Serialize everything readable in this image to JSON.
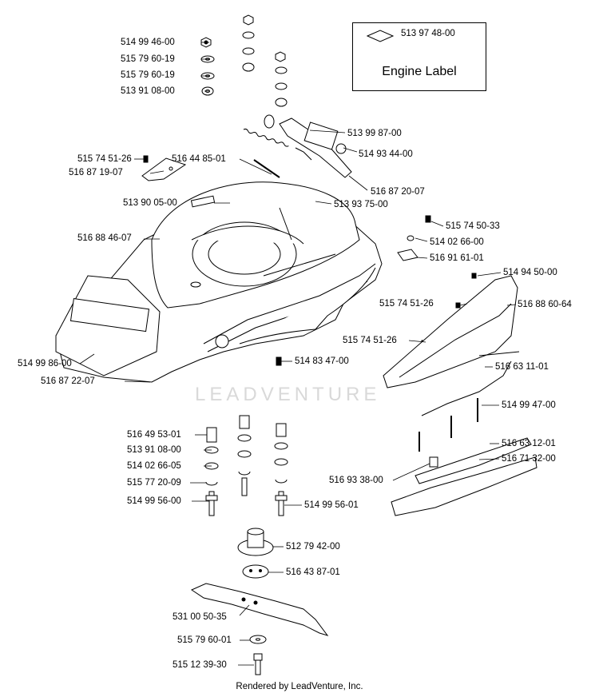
{
  "legend": {
    "code": "513 97 48-00",
    "title": "Engine Label"
  },
  "watermark": "LEADVENTURE",
  "footer": "Rendered by LeadVenture, Inc.",
  "parts": [
    "514 99 46-00",
    "515 79 60-19",
    "515 79 60-19",
    "513 91 08-00",
    "513 99 87-00",
    "514 93 44-00",
    "515 74 51-26",
    "516 44 85-01",
    "516 87 19-07",
    "516 87 20-07",
    "513 90 05-00",
    "513 93 75-00",
    "515 74 50-33",
    "516 88 46-07",
    "514 02 66-00",
    "516 91 61-01",
    "514 94 50-00",
    "515 74 51-26",
    "516 88 60-64",
    "515 74 51-26",
    "514 99 86-00",
    "514 83 47-00",
    "516 63 11-01",
    "516 87 22-07",
    "514 99 47-00",
    "516 49 53-01",
    "513 91 08-00",
    "516 63 12-01",
    "514 02 66-05",
    "516 71 32-00",
    "515 77 20-09",
    "516 93 38-00",
    "514 99 56-00",
    "514 99 56-01",
    "512 79 42-00",
    "516 43 87-01",
    "531 00 50-35",
    "515 79 60-01",
    "515 12 39-30"
  ]
}
